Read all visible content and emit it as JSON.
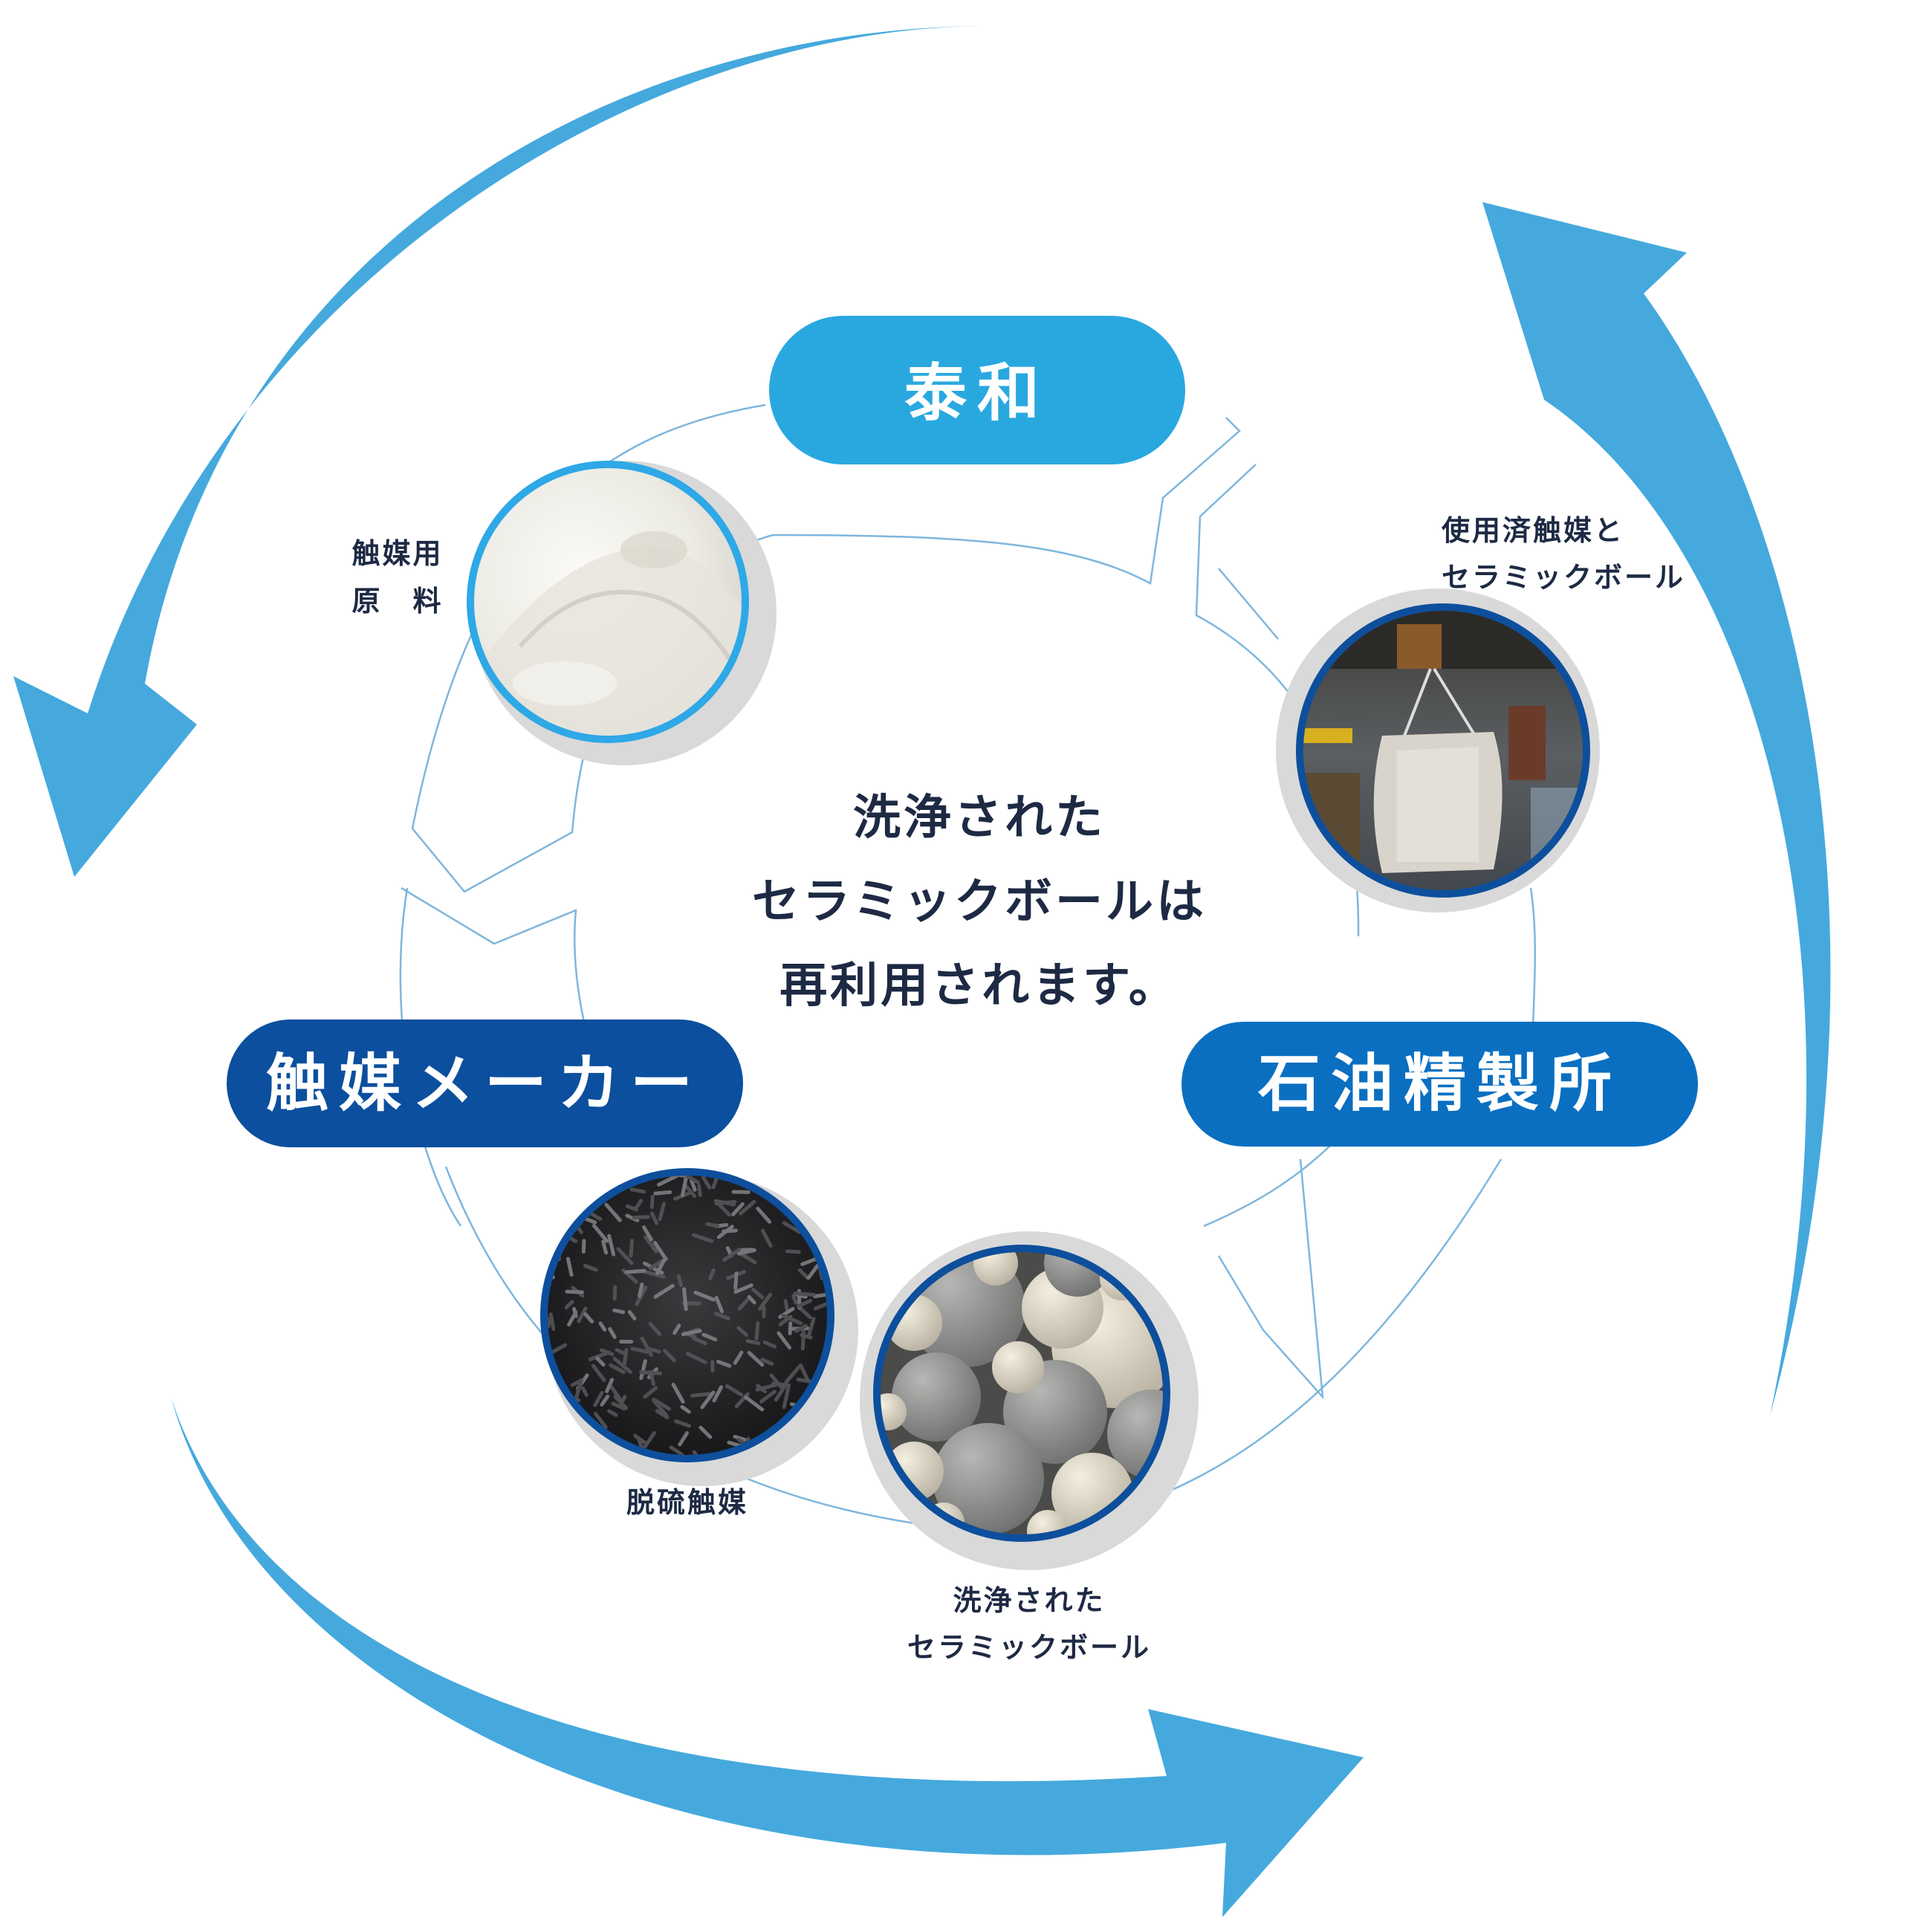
{
  "nodes": {
    "taiwa": {
      "label": "泰和",
      "color": "#29a8e0"
    },
    "refinery": {
      "label": "石油精製所",
      "color": "#0a6fc1"
    },
    "catalyst_maker": {
      "label": "触媒メーカー",
      "color": "#0b4f9e"
    }
  },
  "center_text": [
    "洗浄された",
    "セラミックボールは",
    "再利用されます。"
  ],
  "photos": {
    "raw_material": {
      "caption": [
        "触媒用",
        "原　料"
      ]
    },
    "used_catalyst": {
      "caption": [
        "使用済触媒と",
        "セラミックボール"
      ]
    },
    "desulfurization": {
      "caption": [
        "脱硫触媒"
      ]
    },
    "cleaned_balls": {
      "caption": [
        "洗浄された",
        "セラミックボール"
      ]
    }
  },
  "colors": {
    "arrow": "#45a9dd",
    "ring_line": "#7fb6dd",
    "photo_border_light": "#2ea8e6",
    "photo_border_dark": "#0d4f9c",
    "shadow": "#d9d9d9"
  },
  "icons": [
    "cycle-arrow-top-left",
    "cycle-arrow-right",
    "cycle-arrow-bottom"
  ]
}
